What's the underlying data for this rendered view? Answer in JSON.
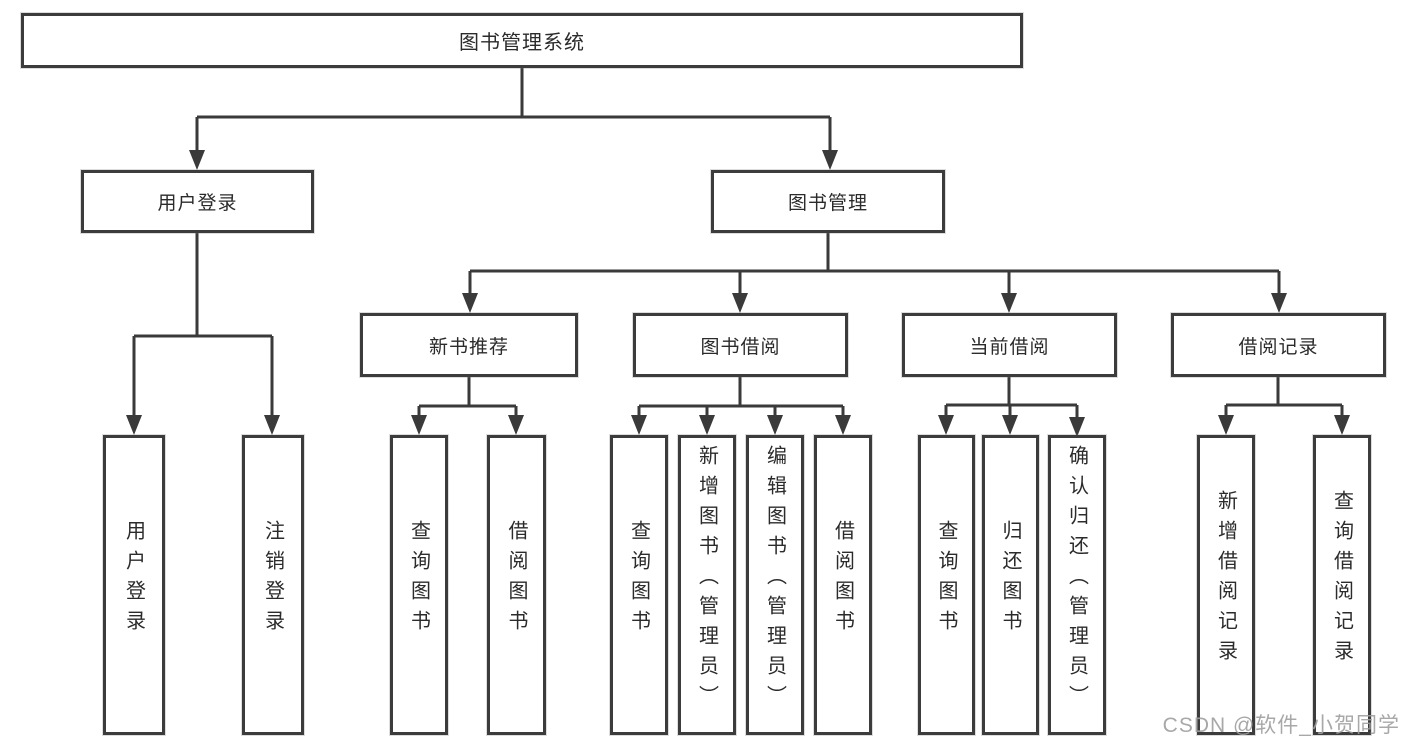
{
  "watermark": "CSDN @软件_小贺同学",
  "tree": {
    "root": "图书管理系统",
    "user_login": {
      "label": "用户登录",
      "children": [
        "用户登录",
        "注销登录"
      ]
    },
    "book_mgmt": {
      "label": "图书管理",
      "groups": {
        "new_book_rec": {
          "label": "新书推荐",
          "children": [
            "查询图书",
            "借阅图书"
          ]
        },
        "book_borrow": {
          "label": "图书借阅",
          "children": [
            "查询图书",
            "新增图书（管理员）",
            "编辑图书（管理员）",
            "借阅图书"
          ]
        },
        "current_borrow": {
          "label": "当前借阅",
          "children": [
            "查询图书",
            "归还图书",
            "确认归还（管理员）"
          ]
        },
        "borrow_records": {
          "label": "借阅记录",
          "children": [
            "新增借阅记录",
            "查询借阅记录"
          ]
        }
      }
    }
  }
}
